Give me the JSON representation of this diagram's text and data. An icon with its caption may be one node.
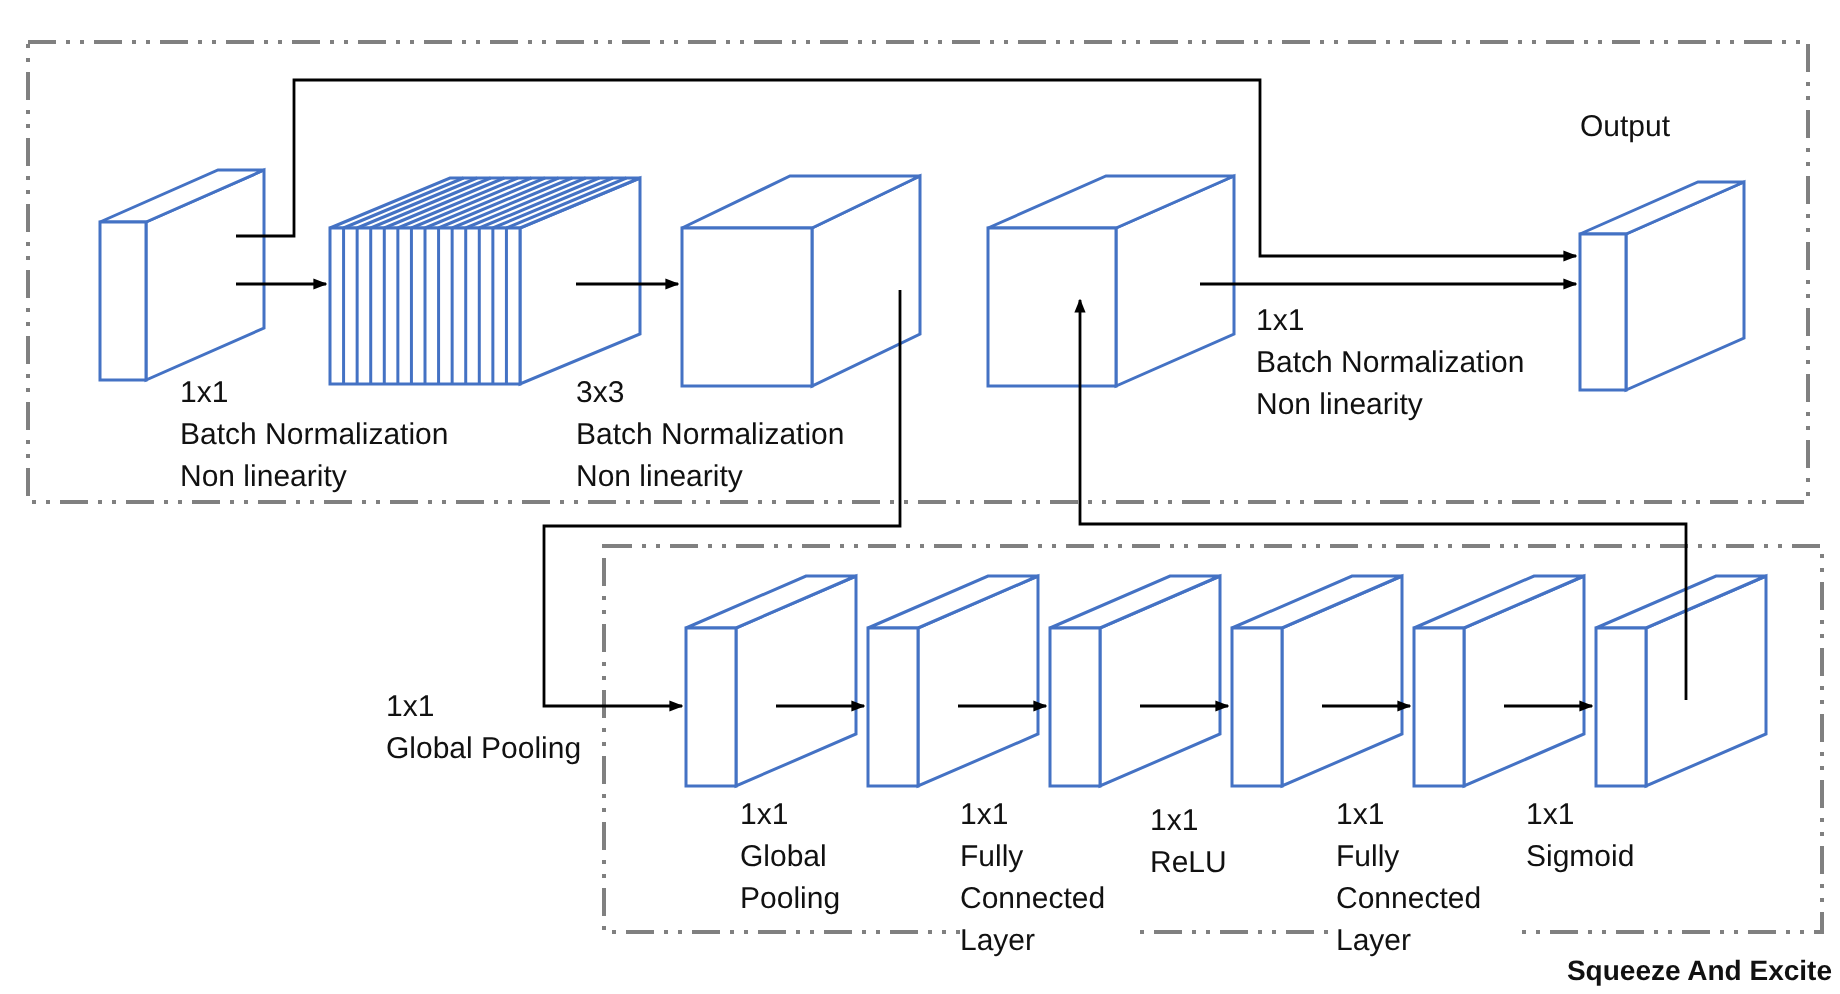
{
  "diagram": {
    "nodes": [
      {
        "text": [],
        "shape": "box"
      },
      {
        "text": [],
        "shape": "box",
        "in": 0,
        "beside": [
          "1x1",
          "Batch Normalization Non linearity"
        ]
      },
      {
        "text": [],
        "shape": "box",
        "in": 0,
        "beside": [
          "3x3",
          "Batch Normalization Non linearity"
        ]
      },
      {
        "text": [],
        "shape": "box",
        "in": 0
      },
      {
        "text": [],
        "shape": "box",
        "in": 0,
        "beside": [
          "1x1",
          "Batch Normalization Non linearity"
        ]
      },
      {
        "text": [],
        "shape": "box",
        "in": 0,
        "beside": [
          "Output"
        ]
      },
      {
        "text": [
          "Squeeze And Excite"
        ]
      },
      {
        "text": [],
        "shape": "box",
        "in": 6,
        "beside": [
          "1x1",
          "Global Pooling"
        ]
      },
      {
        "text": [],
        "shape": "box",
        "in": 6,
        "beside": [
          "1x1",
          "Fully Connected Layer"
        ]
      },
      {
        "text": [],
        "shape": "box",
        "in": 6,
        "beside": [
          "1x1",
          "ReLU"
        ]
      },
      {
        "text": [],
        "shape": "box",
        "in": 6,
        "beside": [
          "1x1",
          "Fully Connected Layer"
        ]
      },
      {
        "text": [],
        "shape": "box",
        "in": 6,
        "beside": [
          "1x1",
          "Sigmoid"
        ]
      },
      {
        "text": [],
        "shape": "box",
        "in": 6
      }
    ],
    "edges": [
      {
        "from": 1,
        "to": 2,
        "arrow": "to"
      },
      {
        "from": 1,
        "to": 5,
        "arrow": "to"
      },
      {
        "from": 2,
        "to": 3,
        "arrow": "to"
      },
      {
        "from": 3,
        "to": 7,
        "arrow": "to"
      },
      {
        "from": 4,
        "to": 5,
        "arrow": "to"
      },
      {
        "from": 7,
        "to": 8,
        "arrow": "to"
      },
      {
        "from": 8,
        "to": 9,
        "arrow": "to"
      },
      {
        "from": 9,
        "to": 10,
        "arrow": "to"
      },
      {
        "from": 10,
        "to": 11,
        "arrow": "to"
      },
      {
        "from": 11,
        "to": 12,
        "arrow": "to"
      },
      {
        "from": 12,
        "to": 4,
        "arrow": "to"
      }
    ],
    "labels": [
      "1x1",
      "Global Pooling"
    ]
  }
}
